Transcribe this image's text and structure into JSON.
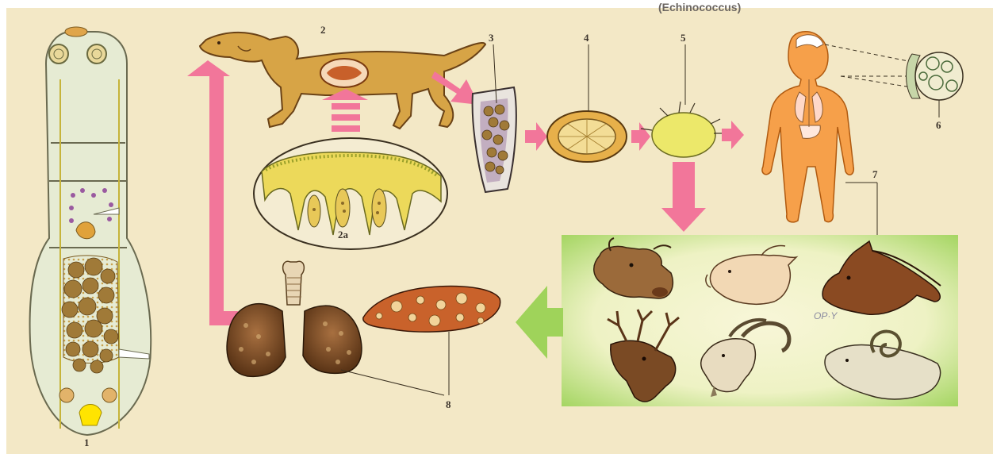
{
  "header_fragment": "(Echinococcus)",
  "labels": {
    "l1": "1",
    "l2": "2",
    "l2a": "2a",
    "l3": "3",
    "l4": "4",
    "l5": "5",
    "l6": "6",
    "l7": "7",
    "l8": "8"
  },
  "handwritten_note": "OP·Y",
  "colors": {
    "paper": "#f3e8c6",
    "arrow": "#f2769a",
    "green_box_edge": "#9fd35a",
    "green_box_center": "#f7f4cf",
    "worm_fill": "#e8ecd4",
    "segments": "#9a7a3a",
    "yellow_gland": "#ffe400",
    "human": "#f6a04a",
    "dog": "#d7a446",
    "organ": "#8c5a2a",
    "liver": "#c9622b"
  },
  "icons": [
    "tapeworm-icon",
    "dog-icon",
    "intestine-section-icon",
    "proglottid-icon",
    "egg-icon",
    "oncosphere-icon",
    "human-body-icon",
    "hydatid-cyst-icon",
    "cow-head-icon",
    "pig-head-icon",
    "horse-head-icon",
    "deer-head-icon",
    "goat-head-icon",
    "sheep-head-icon",
    "lungs-icon",
    "liver-icon"
  ]
}
